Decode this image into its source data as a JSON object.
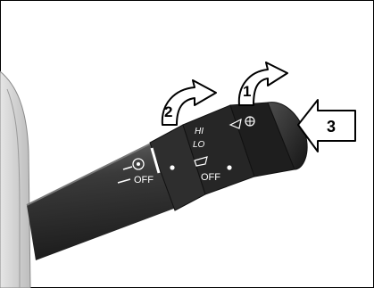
{
  "callouts": {
    "one": "1",
    "two": "2",
    "three": "3"
  },
  "ring_labels": {
    "hi": "HI",
    "lo": "LO",
    "off_front": "OFF",
    "off_rear": "OFF"
  },
  "colors": {
    "stalk_body": "#2b2b2b",
    "stalk_highlight": "#5a5a5a",
    "background": "#ffffff",
    "panel_gray": "#d9d9d9",
    "marking": "#ffffff"
  },
  "icons": {
    "front_washer": "windscreen-washer-icon",
    "rear_wiper": "rear-wiper-icon",
    "rear_washer": "rear-washer-icon",
    "intermittent": "intermittent-wiper-icon"
  }
}
